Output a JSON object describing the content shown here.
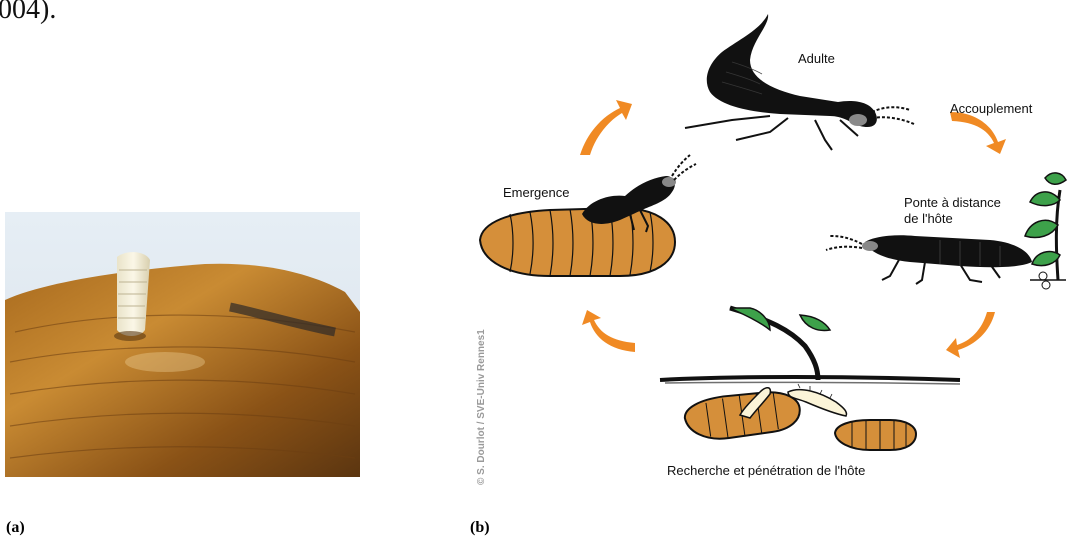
{
  "text_fragment": "004).",
  "panel_a": {
    "caption": "(a)"
  },
  "panel_b": {
    "caption": "(b)",
    "labels": {
      "adult": "Adulte",
      "mating": "Accouplement",
      "laying_line1": "Ponte à distance",
      "laying_line2": "de l'hôte",
      "emergence": "Emergence",
      "search": "Recherche et pénétration de l'hôte"
    },
    "credit": "© S. Dourlot / SVE-Univ Rennes1"
  },
  "colors": {
    "arrow": "#f08a24",
    "pupa": "#d58f3a",
    "insect": "#111111",
    "leaf": "#3da14a"
  }
}
